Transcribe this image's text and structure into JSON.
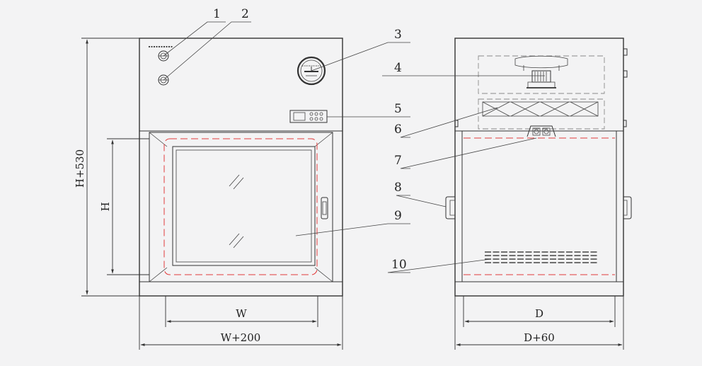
{
  "dimensions": {
    "width_inner": "W",
    "width_outer": "W+200",
    "height_inner": "H",
    "height_outer": "H+530",
    "depth_inner": "D",
    "depth_outer": "D+60"
  },
  "callouts": [
    "1",
    "2",
    "3",
    "4",
    "5",
    "6",
    "7",
    "8",
    "9",
    "10"
  ],
  "colors": {
    "line": "#333333",
    "hidden_line": "#8a8a8a",
    "work_zone": "#e23b3b",
    "background": "#f3f3f4"
  }
}
